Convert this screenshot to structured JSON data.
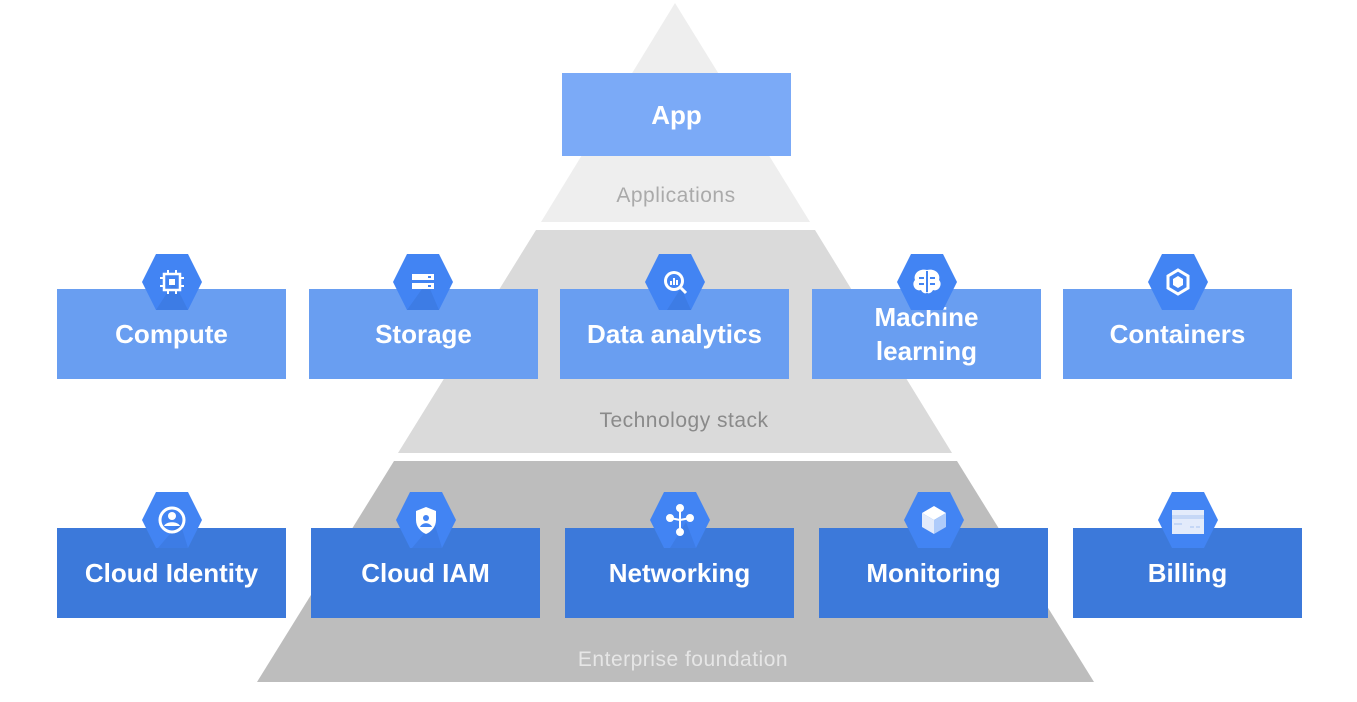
{
  "colors": {
    "apex": "#eeeeee",
    "middle_tier": "#dadada",
    "base_tier": "#bdbdbd",
    "box_app": "#7baaf7",
    "box_stack": "#699ef1",
    "box_foundation": "#3c79da",
    "hex_icon": "#4284f3",
    "tier_text_light": "#aaaaaa",
    "tier_text_mid": "#8a8a8a",
    "tier_text_base": "#e6e6e6"
  },
  "tiers": {
    "applications": "Applications",
    "technology_stack": "Technology stack",
    "enterprise_foundation": "Enterprise foundation"
  },
  "app_box": {
    "label": "App"
  },
  "technology_stack": [
    {
      "label": "Compute",
      "icon": "chip-icon"
    },
    {
      "label": "Storage",
      "icon": "storage-icon"
    },
    {
      "label": "Data analytics",
      "icon": "analytics-icon"
    },
    {
      "label": "Machine learning",
      "icon": "brain-icon"
    },
    {
      "label": "Containers",
      "icon": "container-icon"
    }
  ],
  "enterprise_foundation": [
    {
      "label": "Cloud Identity",
      "icon": "user-icon"
    },
    {
      "label": "Cloud IAM",
      "icon": "shield-icon"
    },
    {
      "label": "Networking",
      "icon": "network-icon"
    },
    {
      "label": "Monitoring",
      "icon": "cube-icon"
    },
    {
      "label": "Billing",
      "icon": "billing-icon"
    }
  ]
}
